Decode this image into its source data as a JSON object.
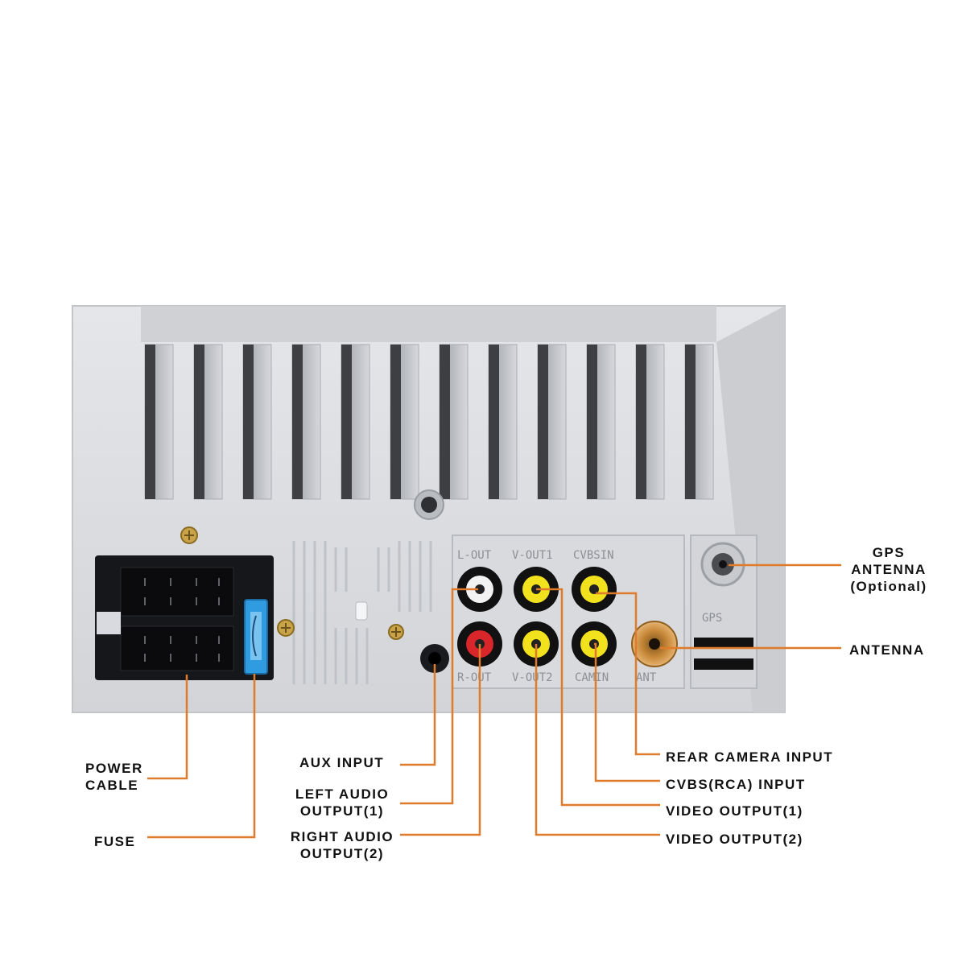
{
  "diagram": {
    "panel_labels": {
      "l_out": "L-OUT",
      "v_out1": "V-OUT1",
      "cvbs_in": "CVBSIN",
      "r_out": "R-OUT",
      "v_out2": "V-OUT2",
      "cam_in": "CAMIN",
      "ant": "ANT",
      "gps": "GPS"
    },
    "callouts": {
      "gps_antenna": [
        "GPS",
        "ANTENNA",
        "(Optional)"
      ],
      "antenna": "ANTENNA",
      "power_cable": [
        "POWER",
        "CABLE"
      ],
      "fuse": "FUSE",
      "aux_input": "AUX INPUT",
      "left_audio": [
        "LEFT AUDIO",
        "OUTPUT(1)"
      ],
      "right_audio": [
        "RIGHT AUDIO",
        "OUTPUT(2)"
      ],
      "rear_camera": "REAR CAMERA INPUT",
      "cvbs_input": "CVBS(RCA) INPUT",
      "video_out1": "VIDEO OUTPUT(1)",
      "video_out2": "VIDEO OUTPUT(2)"
    },
    "colors": {
      "leader_line": "#e07b2b",
      "panel": "#dcdee2",
      "rca_red": "#d8262b",
      "rca_yellow": "#f2e21e",
      "rca_white": "#f2f2f2",
      "fuse": "#2f9be0",
      "antenna_socket": "#c98a3a"
    }
  }
}
